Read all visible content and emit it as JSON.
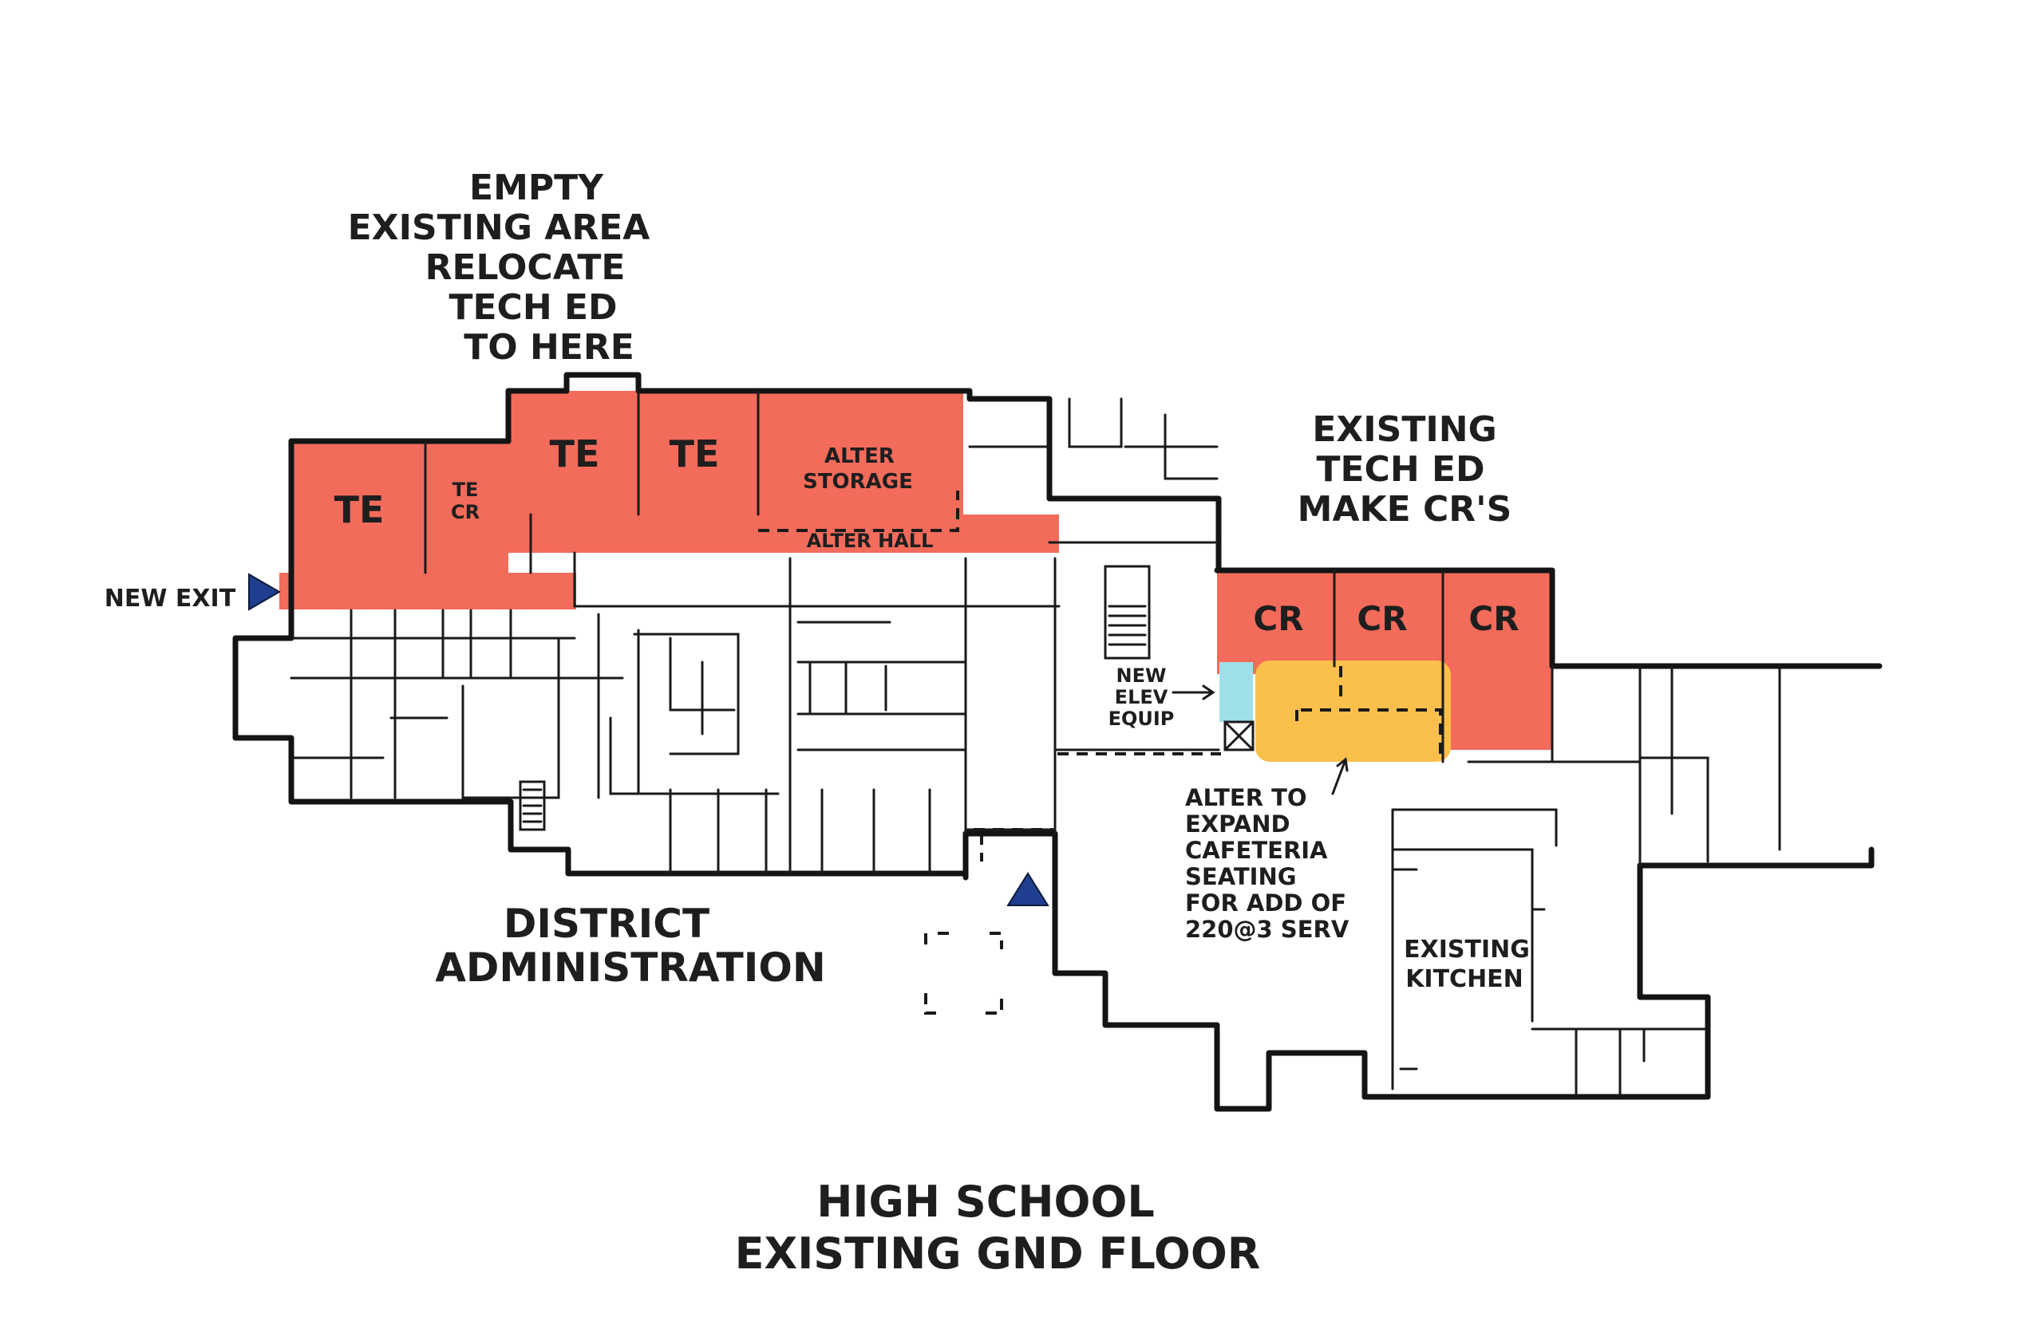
{
  "title": {
    "line1": "HIGH SCHOOL",
    "line2": "EXISTING GND FLOOR"
  },
  "annotations": {
    "empty_area": [
      "EMPTY",
      "EXISTING AREA",
      "RELOCATE",
      "TECH ED",
      "TO HERE"
    ],
    "existing_tech_ed": [
      "EXISTING",
      "TECH ED",
      "MAKE CR'S"
    ],
    "new_exit": "NEW EXIT",
    "new_elev": [
      "NEW",
      "ELEV",
      "EQUIP"
    ],
    "alter_cafeteria": [
      "ALTER TO",
      "EXPAND",
      "CAFETERIA",
      "SEATING",
      "FOR ADD OF",
      "220@3 SERV"
    ],
    "district_admin": [
      "DISTRICT",
      "ADMINISTRATION"
    ],
    "existing_kitchen": [
      "EXISTING",
      "KITCHEN"
    ]
  },
  "rooms": {
    "te_1": "TE",
    "te_cr": [
      "TE",
      "CR"
    ],
    "te_2": "TE",
    "te_3": "TE",
    "alter_storage": [
      "ALTER",
      "STORAGE"
    ],
    "alter_hall": "ALTER HALL",
    "cr_1": "CR",
    "cr_2": "CR",
    "cr_3": "CR"
  },
  "colors": {
    "tech_ed_red": "#f26b5b",
    "cafeteria_orange": "#fbbf4c",
    "elevator_cyan": "#9fe0e8",
    "entry_marker_blue": "#1f3e8f",
    "line_ink": "#141414"
  },
  "icons": {
    "entry_markers": [
      "triangle-marker-icon",
      "triangle-marker-icon"
    ]
  }
}
